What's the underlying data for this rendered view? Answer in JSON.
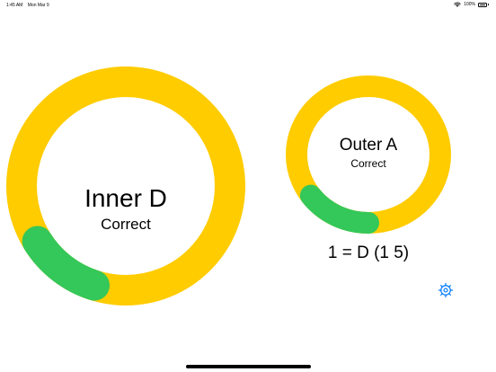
{
  "status_bar": {
    "time": "1:45 AM",
    "date": "Mon Mar 9",
    "battery": "100%"
  },
  "inner_ring": {
    "title": "Inner D",
    "subtitle": "Correct",
    "ring_color": "#FFCC00",
    "progress_color": "#34C759"
  },
  "outer_ring": {
    "title": "Outer A",
    "subtitle": "Correct",
    "ring_color": "#FFCC00",
    "progress_color": "#34C759"
  },
  "result": "1 = D (1 5)",
  "settings": {
    "icon": "gear-icon",
    "color": "#007AFF"
  }
}
